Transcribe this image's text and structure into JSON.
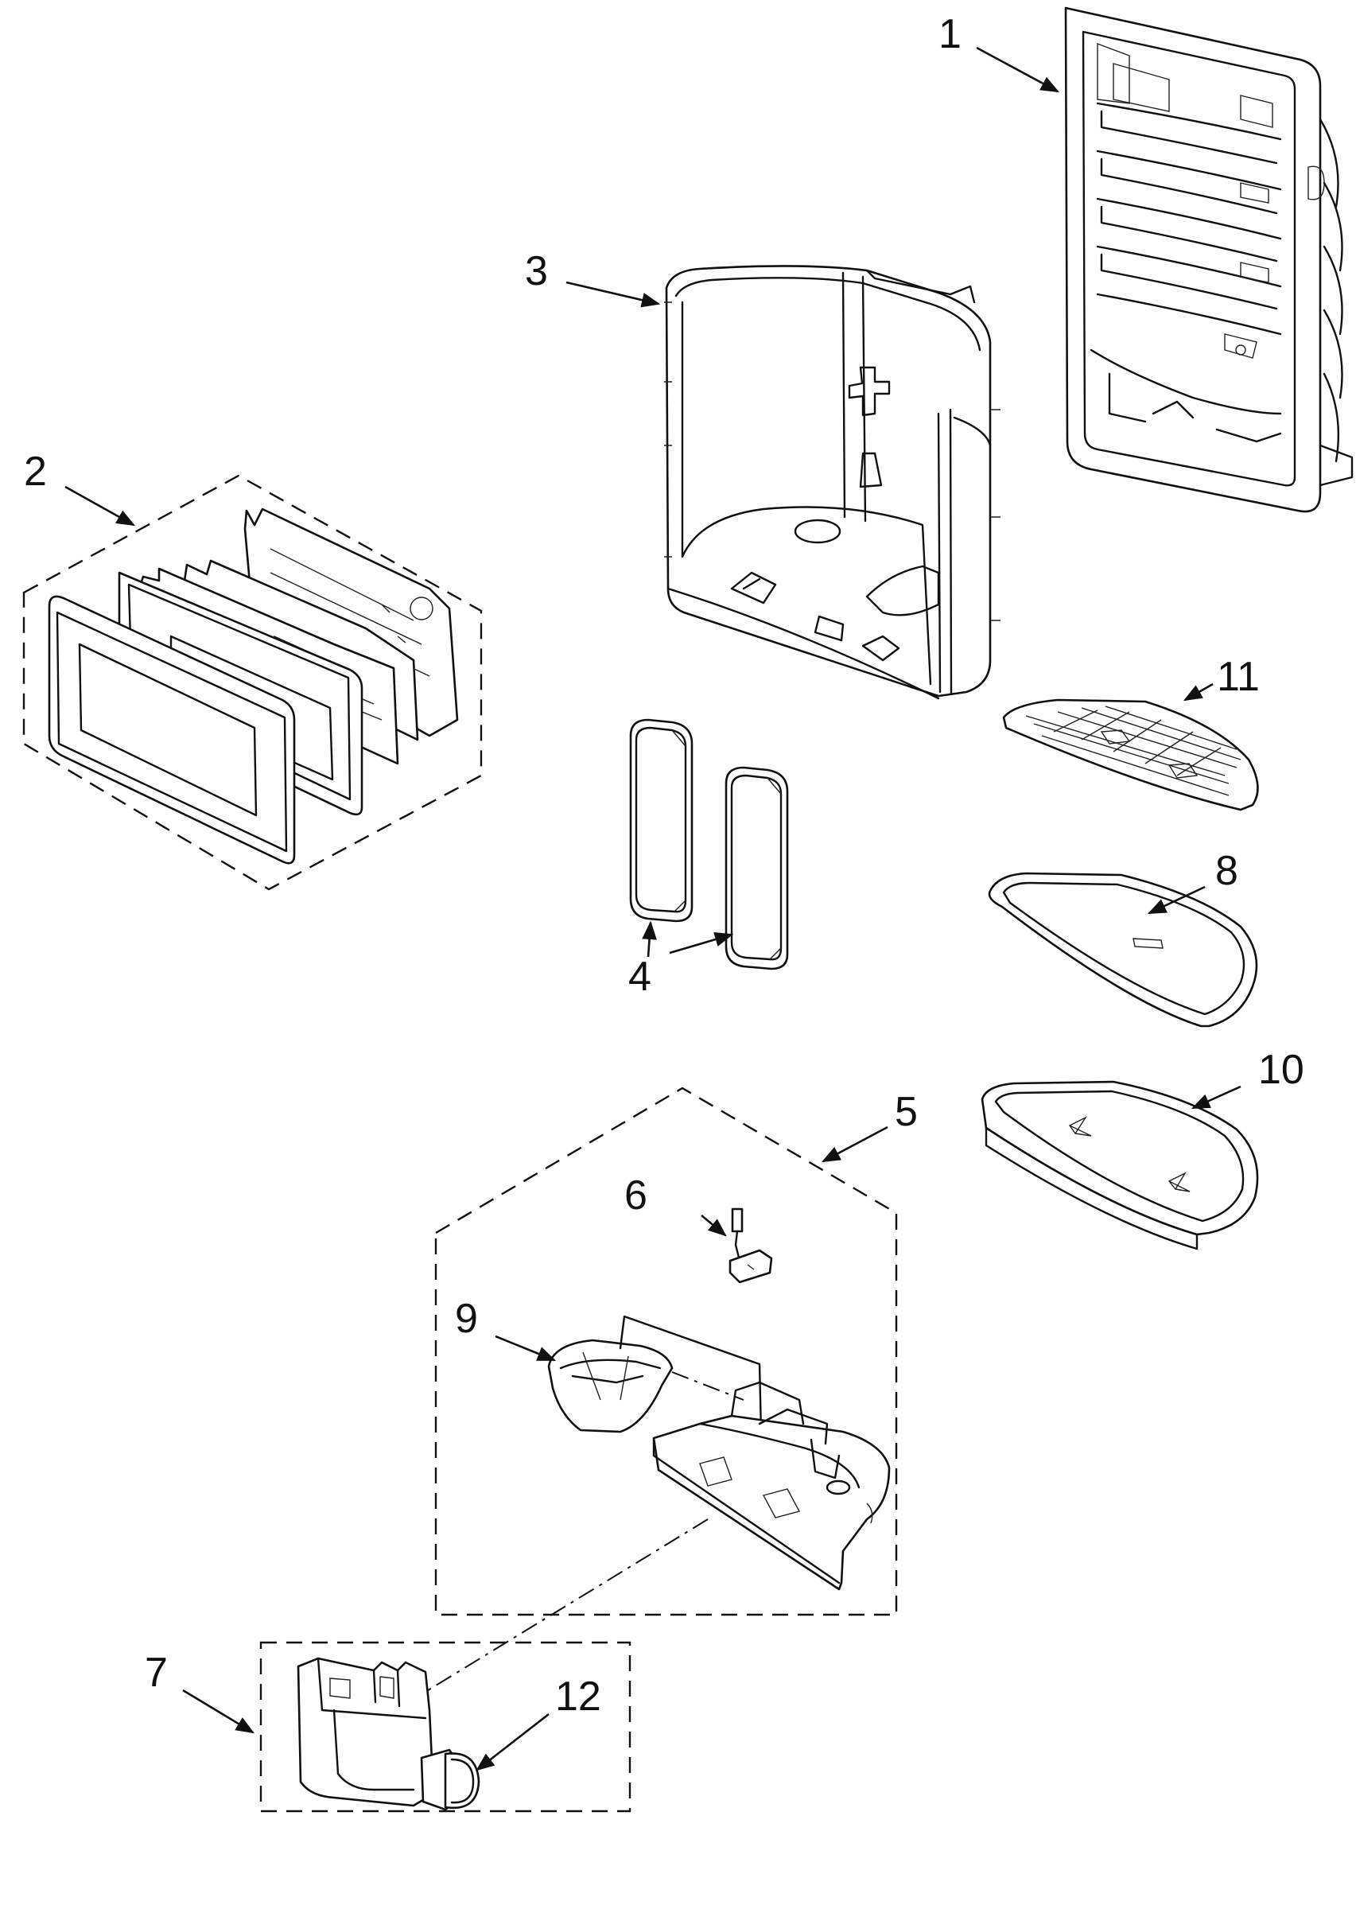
{
  "callouts": [
    {
      "id": "1",
      "label": "1"
    },
    {
      "id": "2",
      "label": "2"
    },
    {
      "id": "3",
      "label": "3"
    },
    {
      "id": "4",
      "label": "4"
    },
    {
      "id": "5",
      "label": "5"
    },
    {
      "id": "6",
      "label": "6"
    },
    {
      "id": "7",
      "label": "7"
    },
    {
      "id": "8",
      "label": "8"
    },
    {
      "id": "9",
      "label": "9"
    },
    {
      "id": "10",
      "label": "10"
    },
    {
      "id": "11",
      "label": "11"
    },
    {
      "id": "12",
      "label": "12"
    }
  ],
  "colors": {
    "line": "#111111",
    "background": "#ffffff",
    "shade": "#d9d9d9"
  }
}
